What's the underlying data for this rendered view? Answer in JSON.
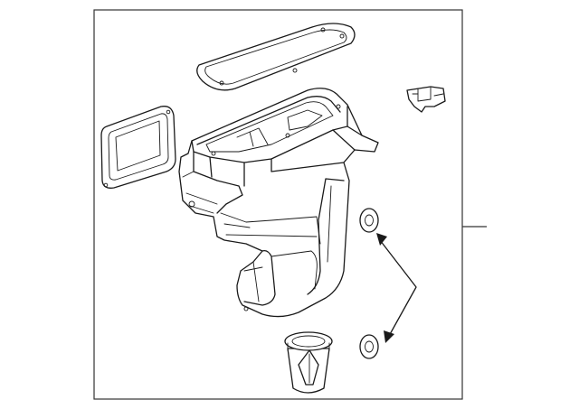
{
  "diagram": {
    "parts": [
      {
        "name": "air-cleaner-housing"
      },
      {
        "name": "housing-lid-seal"
      },
      {
        "name": "filter-element-seal"
      },
      {
        "name": "mounting-bracket"
      },
      {
        "name": "grommet-upper"
      },
      {
        "name": "grommet-lower"
      },
      {
        "name": "intake-duct-adapter"
      }
    ],
    "colors": {
      "line": "#1a1a1a",
      "background": "#ffffff",
      "frame": "#333333"
    }
  }
}
